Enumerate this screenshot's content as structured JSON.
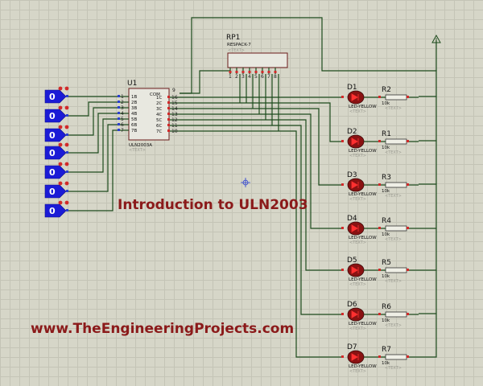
{
  "colors": {
    "wire": "#1c4a1c",
    "logic_state": "#1b1bd6",
    "pin_red": "#d12a2a",
    "pin_blue": "#2a3fd1",
    "led": "#8a1212",
    "heading": "#8b1a1a"
  },
  "logic_states": [
    {
      "value": "0"
    },
    {
      "value": "0"
    },
    {
      "value": "0"
    },
    {
      "value": "0"
    },
    {
      "value": "0"
    },
    {
      "value": "0"
    },
    {
      "value": "0"
    }
  ],
  "u1": {
    "ref": "U1",
    "part": "ULN2003A",
    "text": "<TEXT>",
    "com_label": "COM",
    "in_labels": [
      "1B",
      "2B",
      "3B",
      "4B",
      "5B",
      "6B",
      "7B"
    ],
    "in_pins": [
      "1",
      "2",
      "3",
      "4",
      "5",
      "6",
      "7"
    ],
    "out_labels": [
      "1C",
      "2C",
      "3C",
      "4C",
      "5C",
      "6C",
      "7C"
    ],
    "out_pins": [
      "16",
      "15",
      "14",
      "13",
      "12",
      "11",
      "10"
    ],
    "com_pin": "9"
  },
  "rp1": {
    "ref": "RP1",
    "part": "RESPACK-7",
    "text": "<TEXT>",
    "pins": [
      "1",
      "2",
      "3",
      "4",
      "5",
      "6",
      "7",
      "8"
    ]
  },
  "rows": [
    {
      "led_ref": "D1",
      "led_part": "LED-YELLOW",
      "led_text": "<TEXT>",
      "res_ref": "R2",
      "res_value": "10k",
      "res_text": "<TEXT>"
    },
    {
      "led_ref": "D2",
      "led_part": "LED-YELLOW",
      "led_text": "<TEXT>",
      "res_ref": "R1",
      "res_value": "10k",
      "res_text": "<TEXT>"
    },
    {
      "led_ref": "D3",
      "led_part": "LED-YELLOW",
      "led_text": "<TEXT>",
      "res_ref": "R3",
      "res_value": "10k",
      "res_text": "<TEXT>"
    },
    {
      "led_ref": "D4",
      "led_part": "LED-YELLOW",
      "led_text": "<TEXT>",
      "res_ref": "R4",
      "res_value": "10k",
      "res_text": "<TEXT>"
    },
    {
      "led_ref": "D5",
      "led_part": "LED-YELLOW",
      "led_text": "<TEXT>",
      "res_ref": "R5",
      "res_value": "10k",
      "res_text": "<TEXT>"
    },
    {
      "led_ref": "D6",
      "led_part": "LED-YELLOW",
      "led_text": "<TEXT>",
      "res_ref": "R6",
      "res_value": "10k",
      "res_text": "<TEXT>"
    },
    {
      "led_ref": "D7",
      "led_part": "LED-YELLOW",
      "led_text": "<TEXT>",
      "res_ref": "R7",
      "res_value": "10k",
      "res_text": "<TEXT>"
    }
  ],
  "title": "Introduction to ULN2003",
  "website": "www.TheEngineeringProjects.com"
}
